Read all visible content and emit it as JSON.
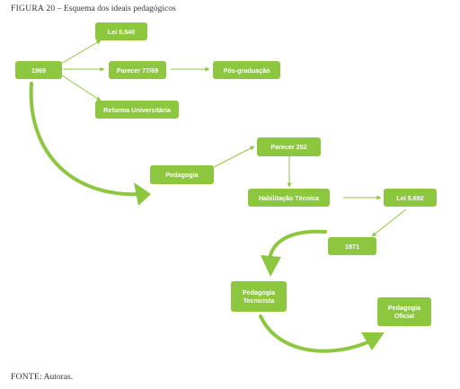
{
  "caption": {
    "label": "FIGURA 20",
    "text": " – Esquema dos ideais pedagógicos"
  },
  "nodes": {
    "n1969": "1969",
    "lei5540": "Lei 5.540",
    "parecer7769": "Parecer 77/69",
    "posgrad": "Pós-graduação",
    "reforma": "Reforma Universitária",
    "pedagogia": "Pedagogia",
    "parecer252": "Parecer 252",
    "habilitacao": "Habilitação Técnica",
    "lei5692": "Lei 5.692",
    "n1971": "1971",
    "tecnicista": "Pedagogia Tecnicista",
    "oficial": "Pedagogia Oficial"
  },
  "source": {
    "label": "FONTE",
    "text": ": Autoras."
  },
  "colors": {
    "node_fill": "#8dc63f",
    "node_text": "#ffffff",
    "arrow": "#8dc63f"
  }
}
